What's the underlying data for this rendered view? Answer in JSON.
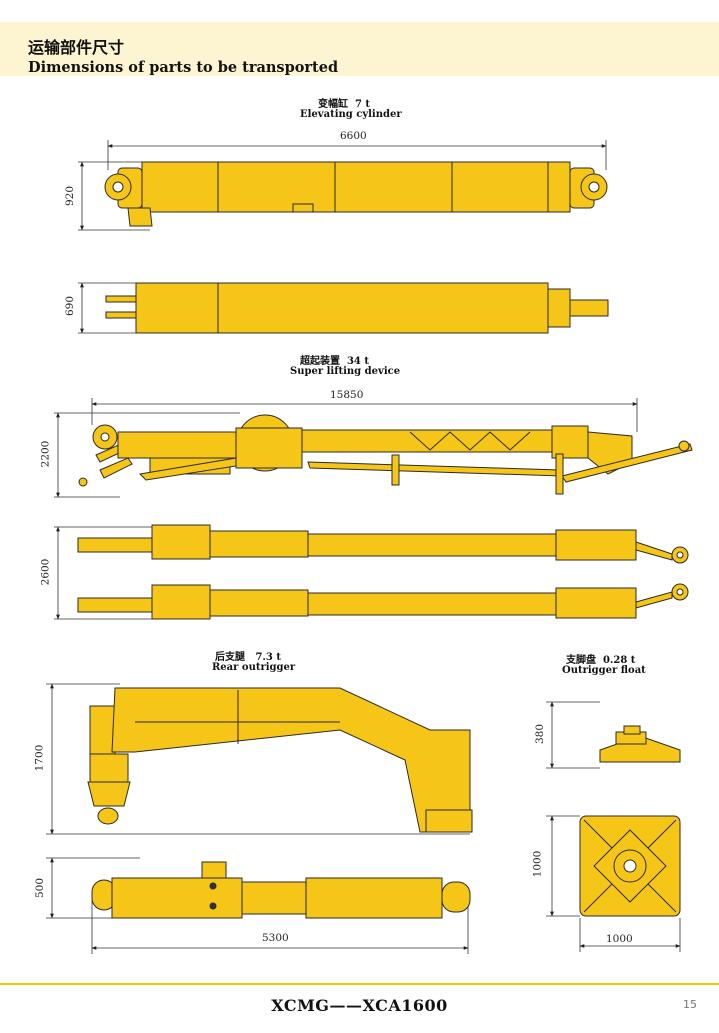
{
  "header": {
    "title_cn": "运输部件尺寸",
    "title_en": "Dimensions of parts to be transported"
  },
  "parts": {
    "elevating_cylinder": {
      "name_cn": "变幅缸",
      "weight": "7 t",
      "name_en": "Elevating cylinder",
      "length": "6600",
      "height_side": "920",
      "height_top": "690"
    },
    "super_lifting": {
      "name_cn": "超起装置",
      "weight": "34 t",
      "name_en": "Super lifting device",
      "length": "15850",
      "height_side": "2200",
      "width_top": "2600"
    },
    "rear_outrigger": {
      "name_cn": "后支腿",
      "weight": "7.3 t",
      "name_en": "Rear outrigger",
      "height_side": "1700",
      "height_top": "500",
      "length": "5300"
    },
    "outrigger_float": {
      "name_cn": "支脚盘",
      "weight": "0.28 t",
      "name_en": "Outrigger float",
      "height_side": "380",
      "depth_top": "1000",
      "width_top": "1000"
    }
  },
  "footer": {
    "title": "XCMG——XCA1600",
    "page": "15"
  },
  "colors": {
    "part_fill": "#f5c518",
    "header_bg": "#fdf5d2",
    "footer_line": "#f2c500"
  }
}
